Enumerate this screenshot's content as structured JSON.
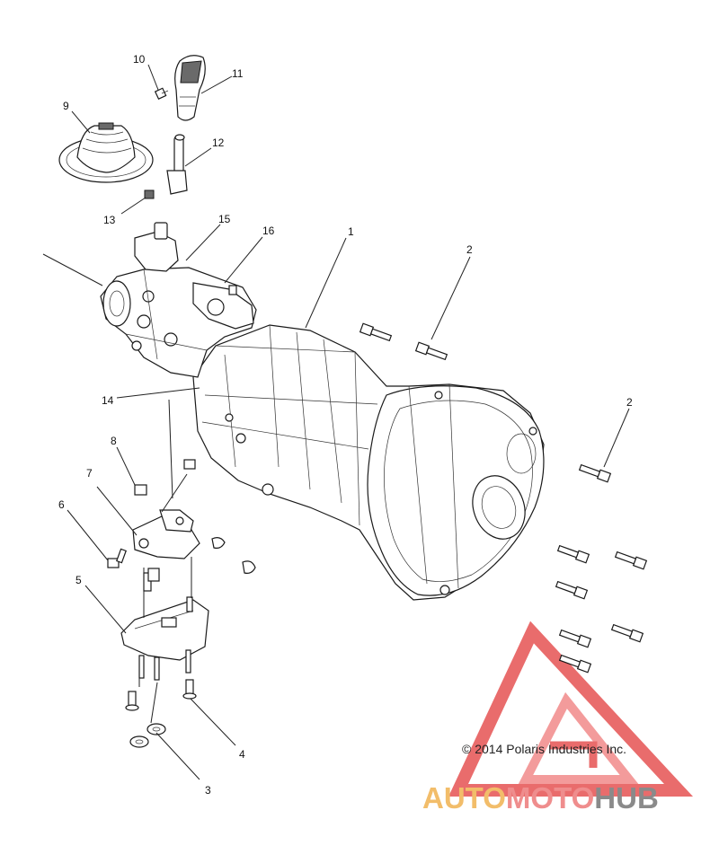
{
  "callouts": {
    "c1": "1",
    "c2a": "2",
    "c2b": "2",
    "c3": "3",
    "c4": "4",
    "c5": "5",
    "c6": "6",
    "c7": "7",
    "c8": "8",
    "c9": "9",
    "c10": "10",
    "c11": "11",
    "c12": "12",
    "c13": "13",
    "c14": "14",
    "c15": "15",
    "c16": "16"
  },
  "copyright": "© 2014 Polaris Industries Inc.",
  "watermark": {
    "part1": "AUTO",
    "part2": "MOTO",
    "part3": "HUB"
  },
  "colors": {
    "logo_red": "#e23b3b",
    "logo_orange": "#f2bd6a",
    "logo_gray": "#8a8a8a",
    "line": "#1a1a1a"
  }
}
